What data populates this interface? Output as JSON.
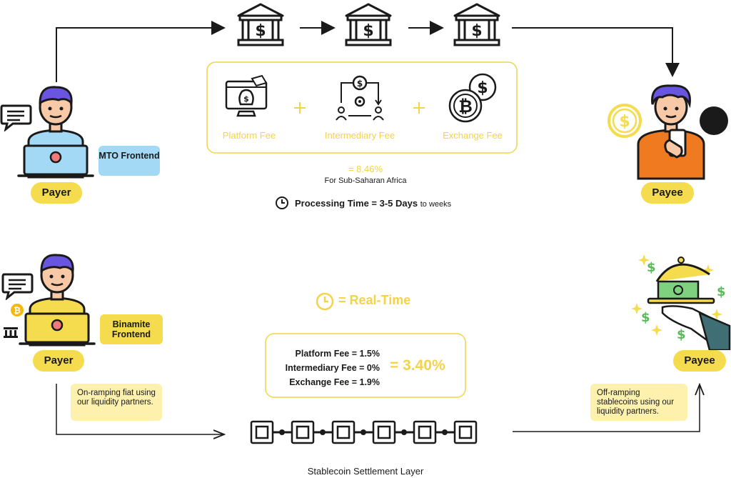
{
  "top": {
    "payer_label": "Payer",
    "frontend_label": "MTO Frontend",
    "payee_label": "Payee",
    "fees": {
      "platform": "Platform Fee",
      "intermediary": "Intermediary Fee",
      "exchange": "Exchange Fee"
    },
    "total": "= 8.46%",
    "region": "For Sub-Saharan Africa",
    "processing_bold": "Processing Time = 3-5 Days",
    "processing_rest": "to weeks"
  },
  "bottom": {
    "payer_label": "Payer",
    "frontend_label": "Binamite Frontend",
    "payee_label": "Payee",
    "realtime": "= Real-Time",
    "fees": [
      "Platform Fee = 1.5%",
      "Intermediary Fee = 0%",
      "Exchange Fee = 1.9%"
    ],
    "total": "= 3.40%",
    "onramp_note": "On-ramping fiat using our liquidity partners.",
    "offramp_note": "Off-ramping stablecoins using our liquidity partners.",
    "settlement_label": "Stablecoin Settlement Layer"
  },
  "colors": {
    "yellow": "#f5dc4e",
    "light_yellow": "#fdf1ad",
    "blue": "#a3d9f5",
    "orange": "#f07a20",
    "purple": "#6a55e0"
  }
}
